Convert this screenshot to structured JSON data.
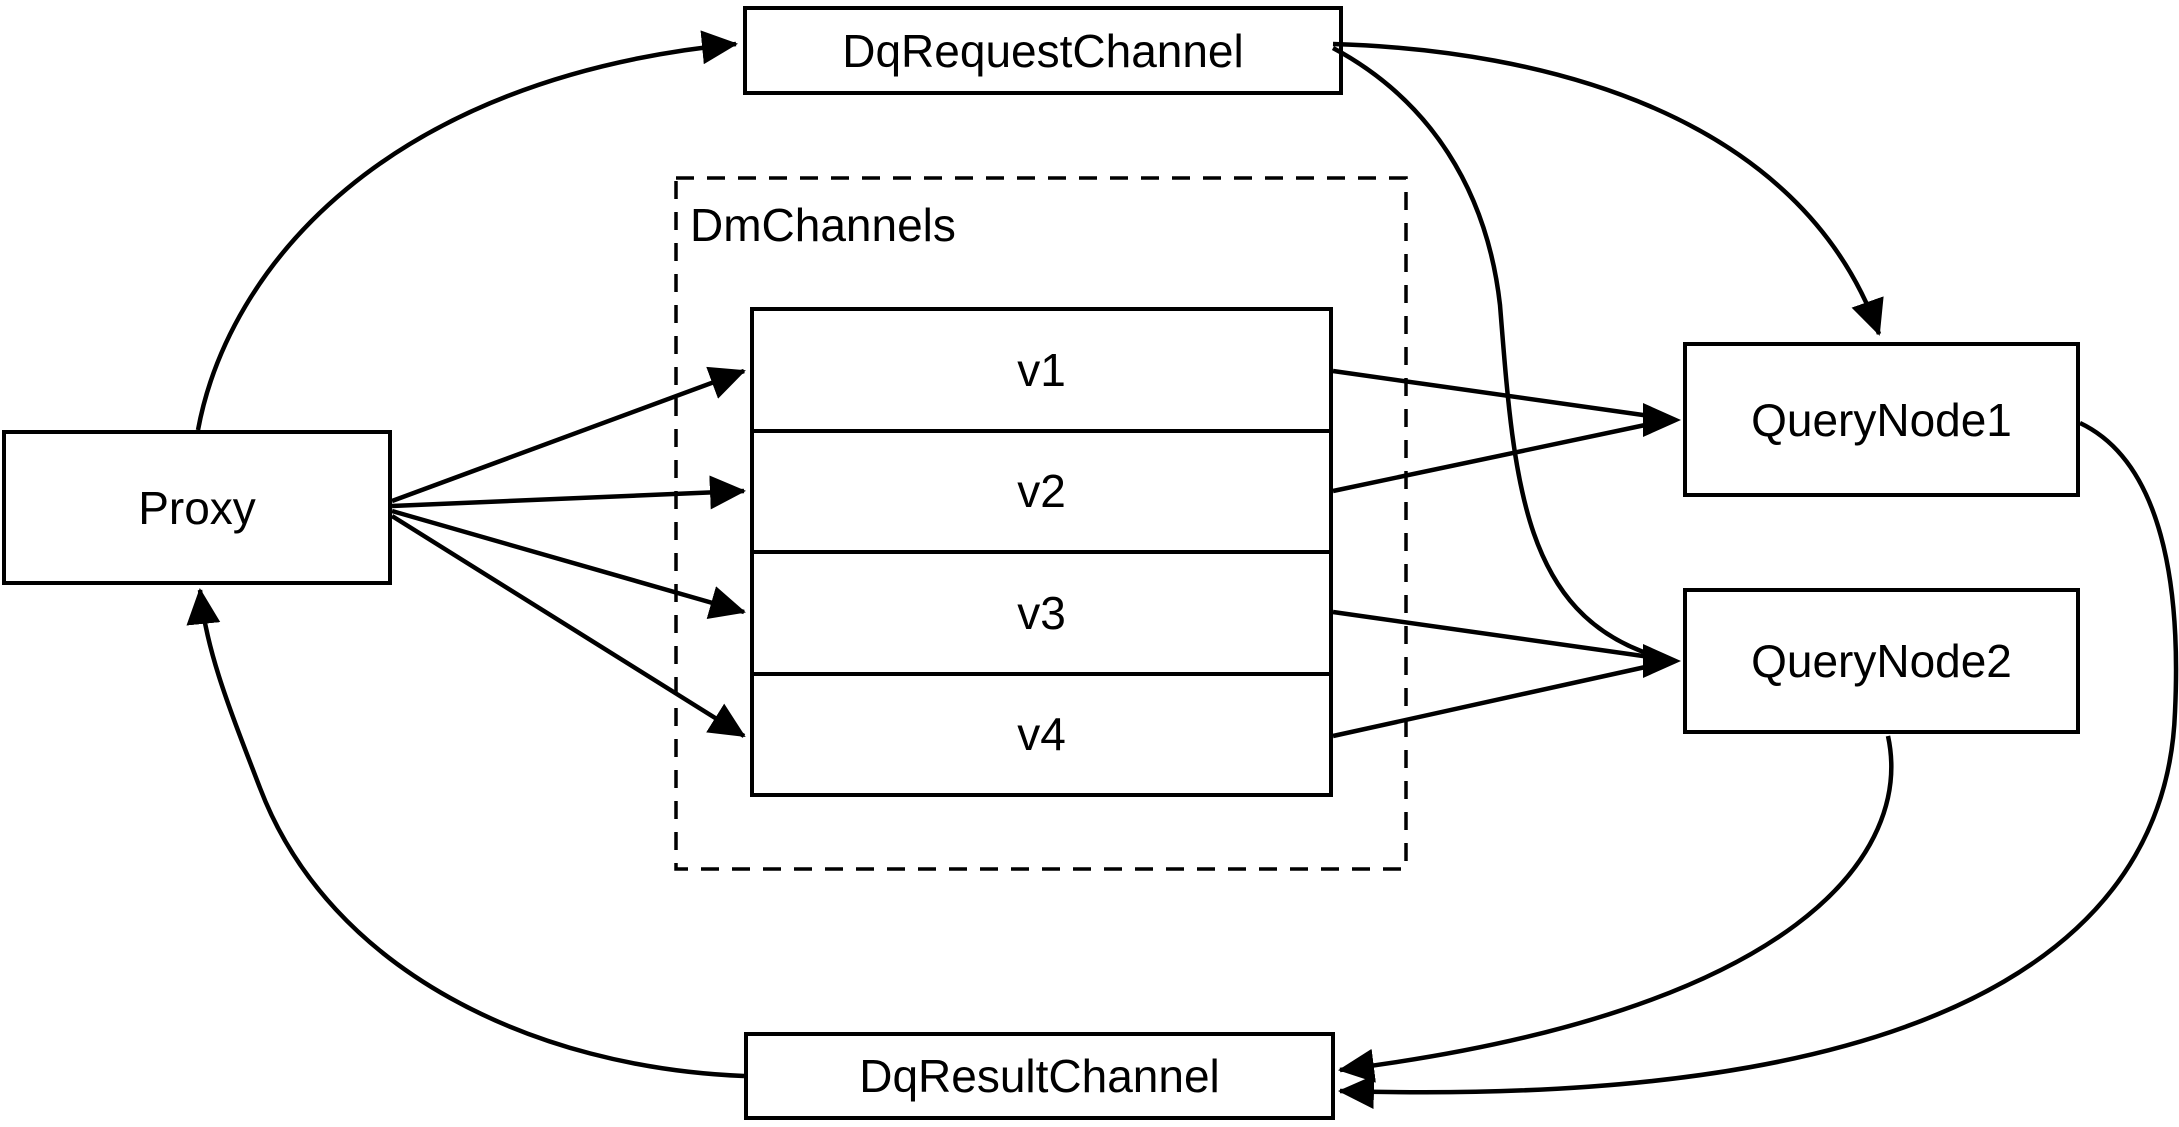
{
  "diagram": {
    "nodes": {
      "proxy": {
        "label": "Proxy"
      },
      "request_channel": {
        "label": "DqRequestChannel"
      },
      "dm_channels_group": {
        "label": "DmChannels"
      },
      "channels": [
        "v1",
        "v2",
        "v3",
        "v4"
      ],
      "query_node1": {
        "label": "QueryNode1"
      },
      "query_node2": {
        "label": "QueryNode2"
      },
      "result_channel": {
        "label": "DqResultChannel"
      }
    },
    "edges": [
      {
        "from": "Proxy",
        "to": "DqRequestChannel"
      },
      {
        "from": "Proxy",
        "to": "v1"
      },
      {
        "from": "Proxy",
        "to": "v2"
      },
      {
        "from": "Proxy",
        "to": "v3"
      },
      {
        "from": "Proxy",
        "to": "v4"
      },
      {
        "from": "v1",
        "to": "QueryNode1"
      },
      {
        "from": "v2",
        "to": "QueryNode1"
      },
      {
        "from": "v3",
        "to": "QueryNode2"
      },
      {
        "from": "v4",
        "to": "QueryNode2"
      },
      {
        "from": "DqRequestChannel",
        "to": "QueryNode1"
      },
      {
        "from": "DqRequestChannel",
        "to": "QueryNode2"
      },
      {
        "from": "QueryNode1",
        "to": "DqResultChannel"
      },
      {
        "from": "QueryNode2",
        "to": "DqResultChannel"
      },
      {
        "from": "DqResultChannel",
        "to": "Proxy"
      }
    ],
    "colors": {
      "stroke": "#000000",
      "box_fill": "#ffffff",
      "background": "#ffffff"
    }
  }
}
